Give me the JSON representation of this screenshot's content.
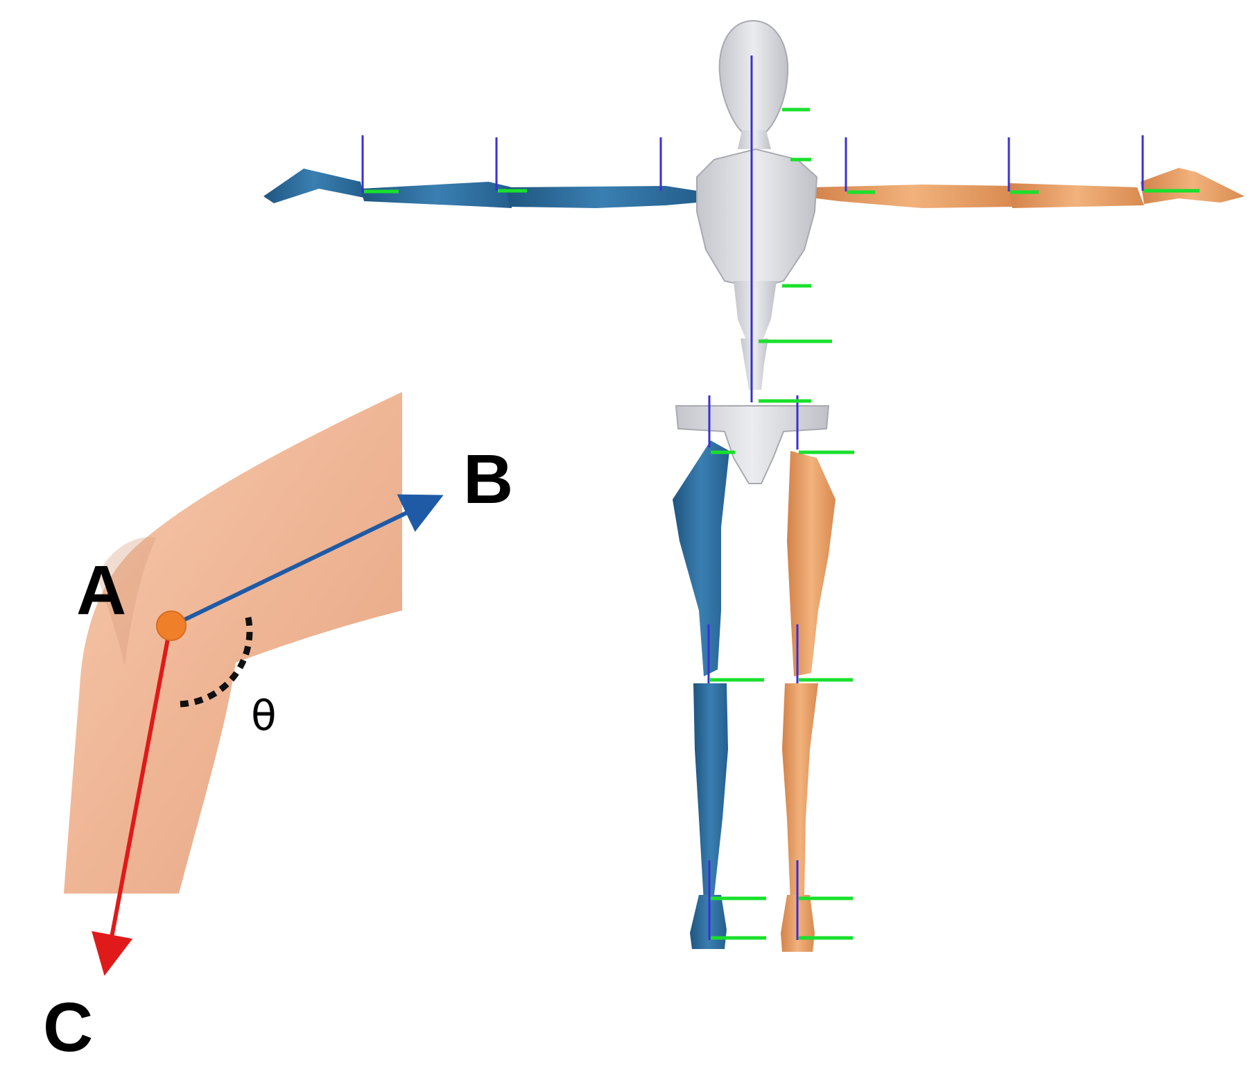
{
  "knee_diagram": {
    "labels": {
      "point_a": "A",
      "point_b": "B",
      "point_c": "C",
      "angle": "θ"
    },
    "colors": {
      "skin": "#f0b898",
      "skin_shade": "#d99a7c",
      "vector_ab": "#1f5aa6",
      "vector_ac": "#e01a1a",
      "joint_point": "#f07f2a",
      "angle_arc": "#111111"
    }
  },
  "skeleton_model": {
    "colors": {
      "head_torso": "#d3d5da",
      "right_side_segments": "#2f6d9e",
      "left_side_segments": "#e39a5c",
      "axis_vertical": "#3a2fd6",
      "axis_horizontal": "#19e02c"
    },
    "pose": "T-pose"
  }
}
